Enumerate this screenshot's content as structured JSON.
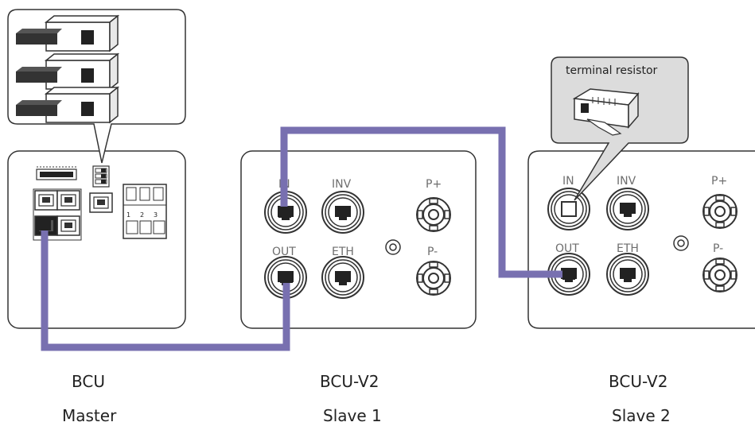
{
  "callout": {
    "terminal_resistor": "terminal resistor"
  },
  "units": [
    {
      "name": "BCU",
      "role": "Master"
    },
    {
      "name": "BCU-V2",
      "role": "Slave 1"
    },
    {
      "name": "BCU-V2",
      "role": "Slave 2"
    }
  ],
  "ports": {
    "in": "IN",
    "inv": "INV",
    "out": "OUT",
    "eth": "ETH",
    "p_plus": "P+",
    "p_minus": "P-"
  },
  "terminal_pins": {
    "p1": "1",
    "p2": "2",
    "p3": "3"
  },
  "colors": {
    "cable": "#7870b0",
    "outline": "#333333",
    "callout_fill": "#dcdcdc"
  }
}
